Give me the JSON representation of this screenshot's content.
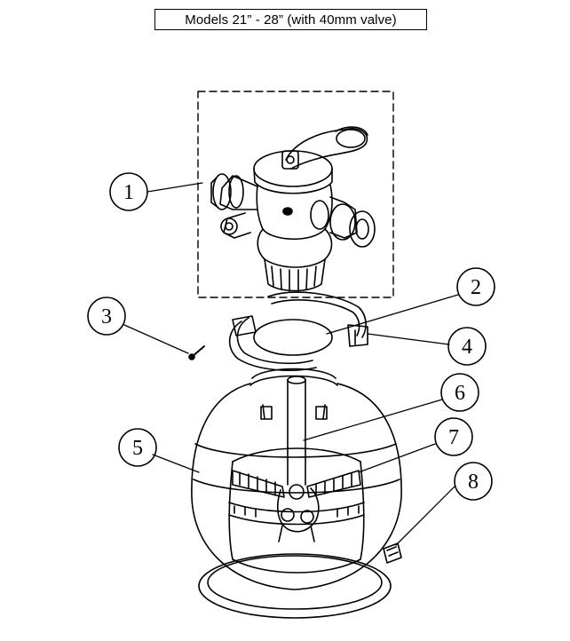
{
  "title": "Models 21” - 28” (with 40mm valve)",
  "callouts": [
    {
      "number": "1",
      "part": "multiport-valve"
    },
    {
      "number": "2",
      "part": "o-ring"
    },
    {
      "number": "3",
      "part": "screw"
    },
    {
      "number": "4",
      "part": "clamp-half"
    },
    {
      "number": "5",
      "part": "tank"
    },
    {
      "number": "6",
      "part": "standpipe"
    },
    {
      "number": "7",
      "part": "laterals"
    },
    {
      "number": "8",
      "part": "drain-cap"
    }
  ]
}
